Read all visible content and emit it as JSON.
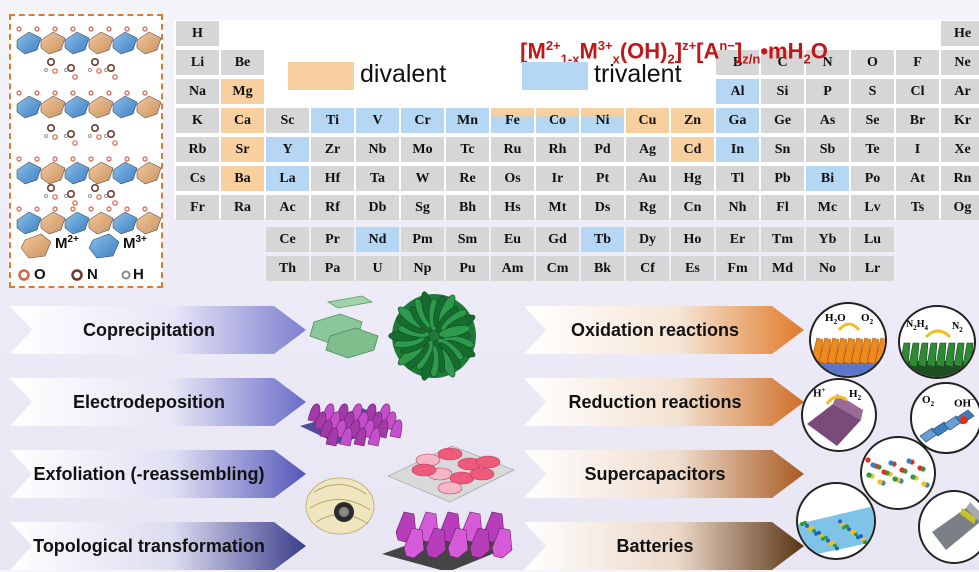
{
  "formula": {
    "m2": "M",
    "m2_sup": "2+",
    "m2_sub": "1-x",
    "m3": "M",
    "m3_sup": "3+",
    "m3_sub": "x",
    "oh": "(OH)",
    "oh_sub": "2",
    "charge_sup": "z+",
    "anion_open": "[A",
    "anion_sup": "n−",
    "anion_close": "]",
    "anion_sub": "z/n",
    "water": "•mH",
    "water_sub": "2",
    "water_end": "O"
  },
  "legend": {
    "divalent": "divalent",
    "trivalent": "trivalent",
    "colors": {
      "divalent": "#f8cf9f",
      "trivalent": "#b5d7f4"
    }
  },
  "periodic_rows": [
    [
      "H",
      "",
      "",
      "",
      "",
      "",
      "",
      "",
      "",
      "",
      "",
      "",
      "",
      "",
      "",
      "",
      "",
      "He"
    ],
    [
      "Li",
      "Be",
      "",
      "",
      "",
      "",
      "",
      "",
      "",
      "",
      "",
      "",
      "B",
      "C",
      "N",
      "O",
      "F",
      "Ne"
    ],
    [
      "Na",
      "Mg",
      "",
      "",
      "",
      "",
      "",
      "",
      "",
      "",
      "",
      "",
      "Al",
      "Si",
      "P",
      "S",
      "Cl",
      "Ar"
    ],
    [
      "K",
      "Ca",
      "Sc",
      "Ti",
      "V",
      "Cr",
      "Mn",
      "Fe",
      "Co",
      "Ni",
      "Cu",
      "Zn",
      "Ga",
      "Ge",
      "As",
      "Se",
      "Br",
      "Kr"
    ],
    [
      "Rb",
      "Sr",
      "Y",
      "Zr",
      "Nb",
      "Mo",
      "Tc",
      "Ru",
      "Rh",
      "Pd",
      "Ag",
      "Cd",
      "In",
      "Sn",
      "Sb",
      "Te",
      "I",
      "Xe"
    ],
    [
      "Cs",
      "Ba",
      "La",
      "Hf",
      "Ta",
      "W",
      "Re",
      "Os",
      "Ir",
      "Pt",
      "Au",
      "Hg",
      "Tl",
      "Pb",
      "Bi",
      "Po",
      "At",
      "Rn"
    ],
    [
      "Fr",
      "Ra",
      "Ac",
      "Rf",
      "Db",
      "Sg",
      "Bh",
      "Hs",
      "Mt",
      "Ds",
      "Rg",
      "Cn",
      "Nh",
      "Fl",
      "Mc",
      "Lv",
      "Ts",
      "Og"
    ]
  ],
  "lanthanides": [
    [
      "Ce",
      "Pr",
      "Nd",
      "Pm",
      "Sm",
      "Eu",
      "Gd",
      "Tb",
      "Dy",
      "Ho",
      "Er",
      "Tm",
      "Yb",
      "Lu"
    ],
    [
      "Th",
      "Pa",
      "U",
      "Np",
      "Pu",
      "Am",
      "Cm",
      "Bk",
      "Cf",
      "Es",
      "Fm",
      "Md",
      "No",
      "Lr"
    ]
  ],
  "divalent_elements": [
    "Mg",
    "Ca",
    "Sr",
    "Ba",
    "Cu",
    "Zn",
    "Cd"
  ],
  "trivalent_elements": [
    "Al",
    "Y",
    "La",
    "Ti",
    "V",
    "Cr",
    "Mn",
    "Ga",
    "In",
    "Bi",
    "Nd",
    "Tb"
  ],
  "both_elements": [
    "Fe",
    "Co",
    "Ni"
  ],
  "structure_legend": {
    "m2": "M",
    "m2_sup": "2+",
    "m3": "M",
    "m3_sup": "3+",
    "o": "O",
    "n": "N",
    "h": "H"
  },
  "methods": [
    "Coprecipitation",
    "Electrodeposition",
    "Exfoliation (-reassembling)",
    "Topological transformation"
  ],
  "applications": [
    "Oxidation reactions",
    "Reduction reactions",
    "Supercapacitors",
    "Batteries"
  ],
  "circle_labels": {
    "h2o": "H",
    "h2o_sub": "2",
    "h2o_end": "O",
    "o2": "O",
    "o2_sub": "2",
    "n2h4": "N",
    "n2h4_sub1": "2",
    "n2h4_mid": "H",
    "n2h4_sub2": "4",
    "n2": "N",
    "n2_sub": "2",
    "hplus": "H",
    "hplus_sup": "+",
    "h2": "H",
    "h2_sub": "2",
    "o2b": "O",
    "o2b_sub": "2",
    "oh": "OH",
    "oh_sup": "−"
  }
}
